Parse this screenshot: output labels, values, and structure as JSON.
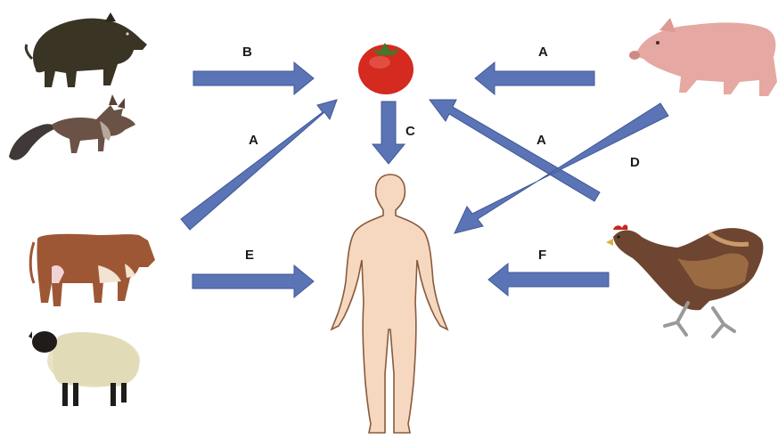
{
  "labels": {
    "boar_to_tomato": "B",
    "pig_to_tomato": "A",
    "cattle_to_tomato": "A",
    "chicken_to_tomato": "A",
    "tomato_to_human": "C",
    "pig_to_human": "D",
    "cattle_to_human": "E",
    "chicken_to_human": "F"
  },
  "colors": {
    "arrow_fill": "#5b74b5",
    "arrow_stroke": "#3f5795",
    "skin": "#f5d8bf",
    "skin_outline": "#8a5a3c",
    "tomato": "#d42a1f"
  },
  "icons": [
    "wild-boar-icon",
    "fox-icon",
    "cow-icon",
    "sheep-icon",
    "pig-icon",
    "chicken-icon",
    "tomato-icon",
    "human-body-icon"
  ]
}
